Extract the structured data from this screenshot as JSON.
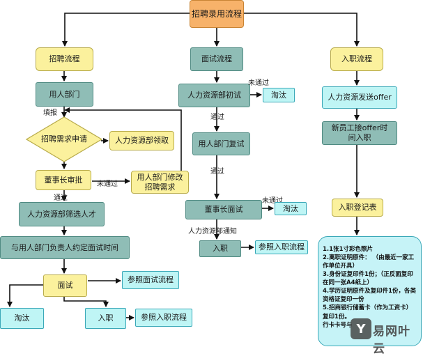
{
  "root": "招聘录用流程",
  "columns": {
    "recruit_header": "招聘流程",
    "interview_header": "面试流程",
    "onboard_header": "入职流程"
  },
  "recruit": {
    "employing_dept": "用人部门",
    "fill_label": "填报",
    "demand_apply": "招聘需求申请",
    "hr_collect": "人力资源部领取",
    "chairman_approve": "董事长审批",
    "not_passed": "未通过",
    "dept_modify": "用人部门修改招聘需求",
    "passed": "通过",
    "hr_screen": "人力资源部筛选人才",
    "schedule_interview": "与用人部门负责人约定面试时间",
    "interview": "面试",
    "ref_interview": "参照面试流程",
    "eliminate": "淘汰",
    "onboard": "入职",
    "ref_onboard": "参照入职流程"
  },
  "interview": {
    "hr_first": "人力资源部初试",
    "not_passed_1": "未通过",
    "eliminate_1": "淘汰",
    "passed_1": "通过",
    "dept_second": "用人部门复试",
    "passed_2": "通过",
    "chairman_interview": "董事长面试",
    "not_passed_2": "未通过",
    "eliminate_2": "淘汰",
    "hr_notify": "人力资源部通知",
    "onboard": "入职",
    "ref_onboard": "参照入职流程"
  },
  "onboard": {
    "hr_send_offer": "人力资源发送offer",
    "new_employee": "新员工接offer时间入职",
    "register_form": "入职登记表",
    "notes": [
      "1.1张1寸彩色照片",
      "2.离职证明原件： （由最近一家工",
      "作单位开具）",
      "3.身份证复印件1份；（正反面复印",
      "在同一张A4纸上）",
      "4.学历证明原件及复印件1份，各类",
      "资格证复印一份",
      "5.招商银行储蓄卡（作为工资卡）",
      "复印1份。",
      "行卡卡号与"
    ]
  },
  "watermark": {
    "logo": "Y",
    "text": "易网叶云"
  }
}
